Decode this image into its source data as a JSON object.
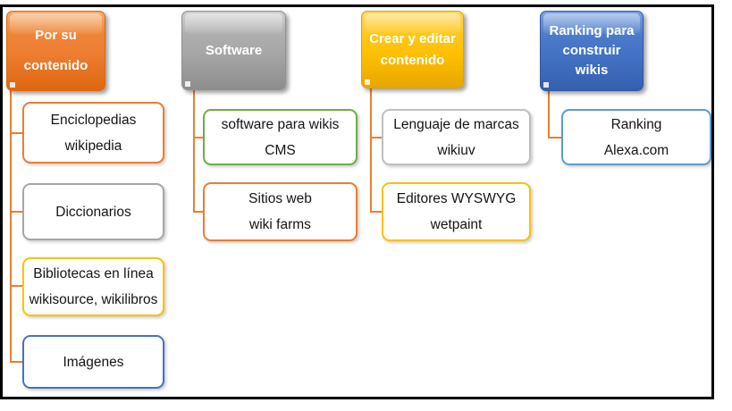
{
  "colors": {
    "orange": "#ED7D31",
    "gray": "#A6A6A6",
    "yellow": "#FFC000",
    "blue_dark": "#4472C4",
    "blue_light": "#5B9BD5",
    "green": "#70AD47",
    "light_gray_border": "#BFBFBF",
    "connector": "#ED7D31",
    "frame": "#000000",
    "header_text": "#FFFFFF",
    "node_text": "#141414"
  },
  "columns": [
    {
      "header": {
        "line1": "Por su",
        "line2": "contenido"
      },
      "children": [
        {
          "line1": "Enciclopedias",
          "line2": "wikipedia"
        },
        {
          "line1": "Diccionarios"
        },
        {
          "line1": "Bibliotecas en línea",
          "line2": "wikisource, wikilibros"
        },
        {
          "line1": "Imágenes"
        }
      ]
    },
    {
      "header": {
        "line1": "Software"
      },
      "children": [
        {
          "line1": "software para wikis",
          "line2": "CMS"
        },
        {
          "line1": "Sitios web",
          "line2": "wiki farms"
        }
      ]
    },
    {
      "header": {
        "line1": "Crear y editar",
        "line2": "contenido"
      },
      "children": [
        {
          "line1": "Lenguaje de marcas",
          "line2": "wikiuv"
        },
        {
          "line1": "Editores WYSWYG",
          "line2": "wetpaint"
        }
      ]
    },
    {
      "header": {
        "line1": "Ranking para",
        "line2": "construir",
        "line3": "wikis"
      },
      "children": [
        {
          "line1": "Ranking",
          "line2": "Alexa.com"
        }
      ]
    }
  ]
}
